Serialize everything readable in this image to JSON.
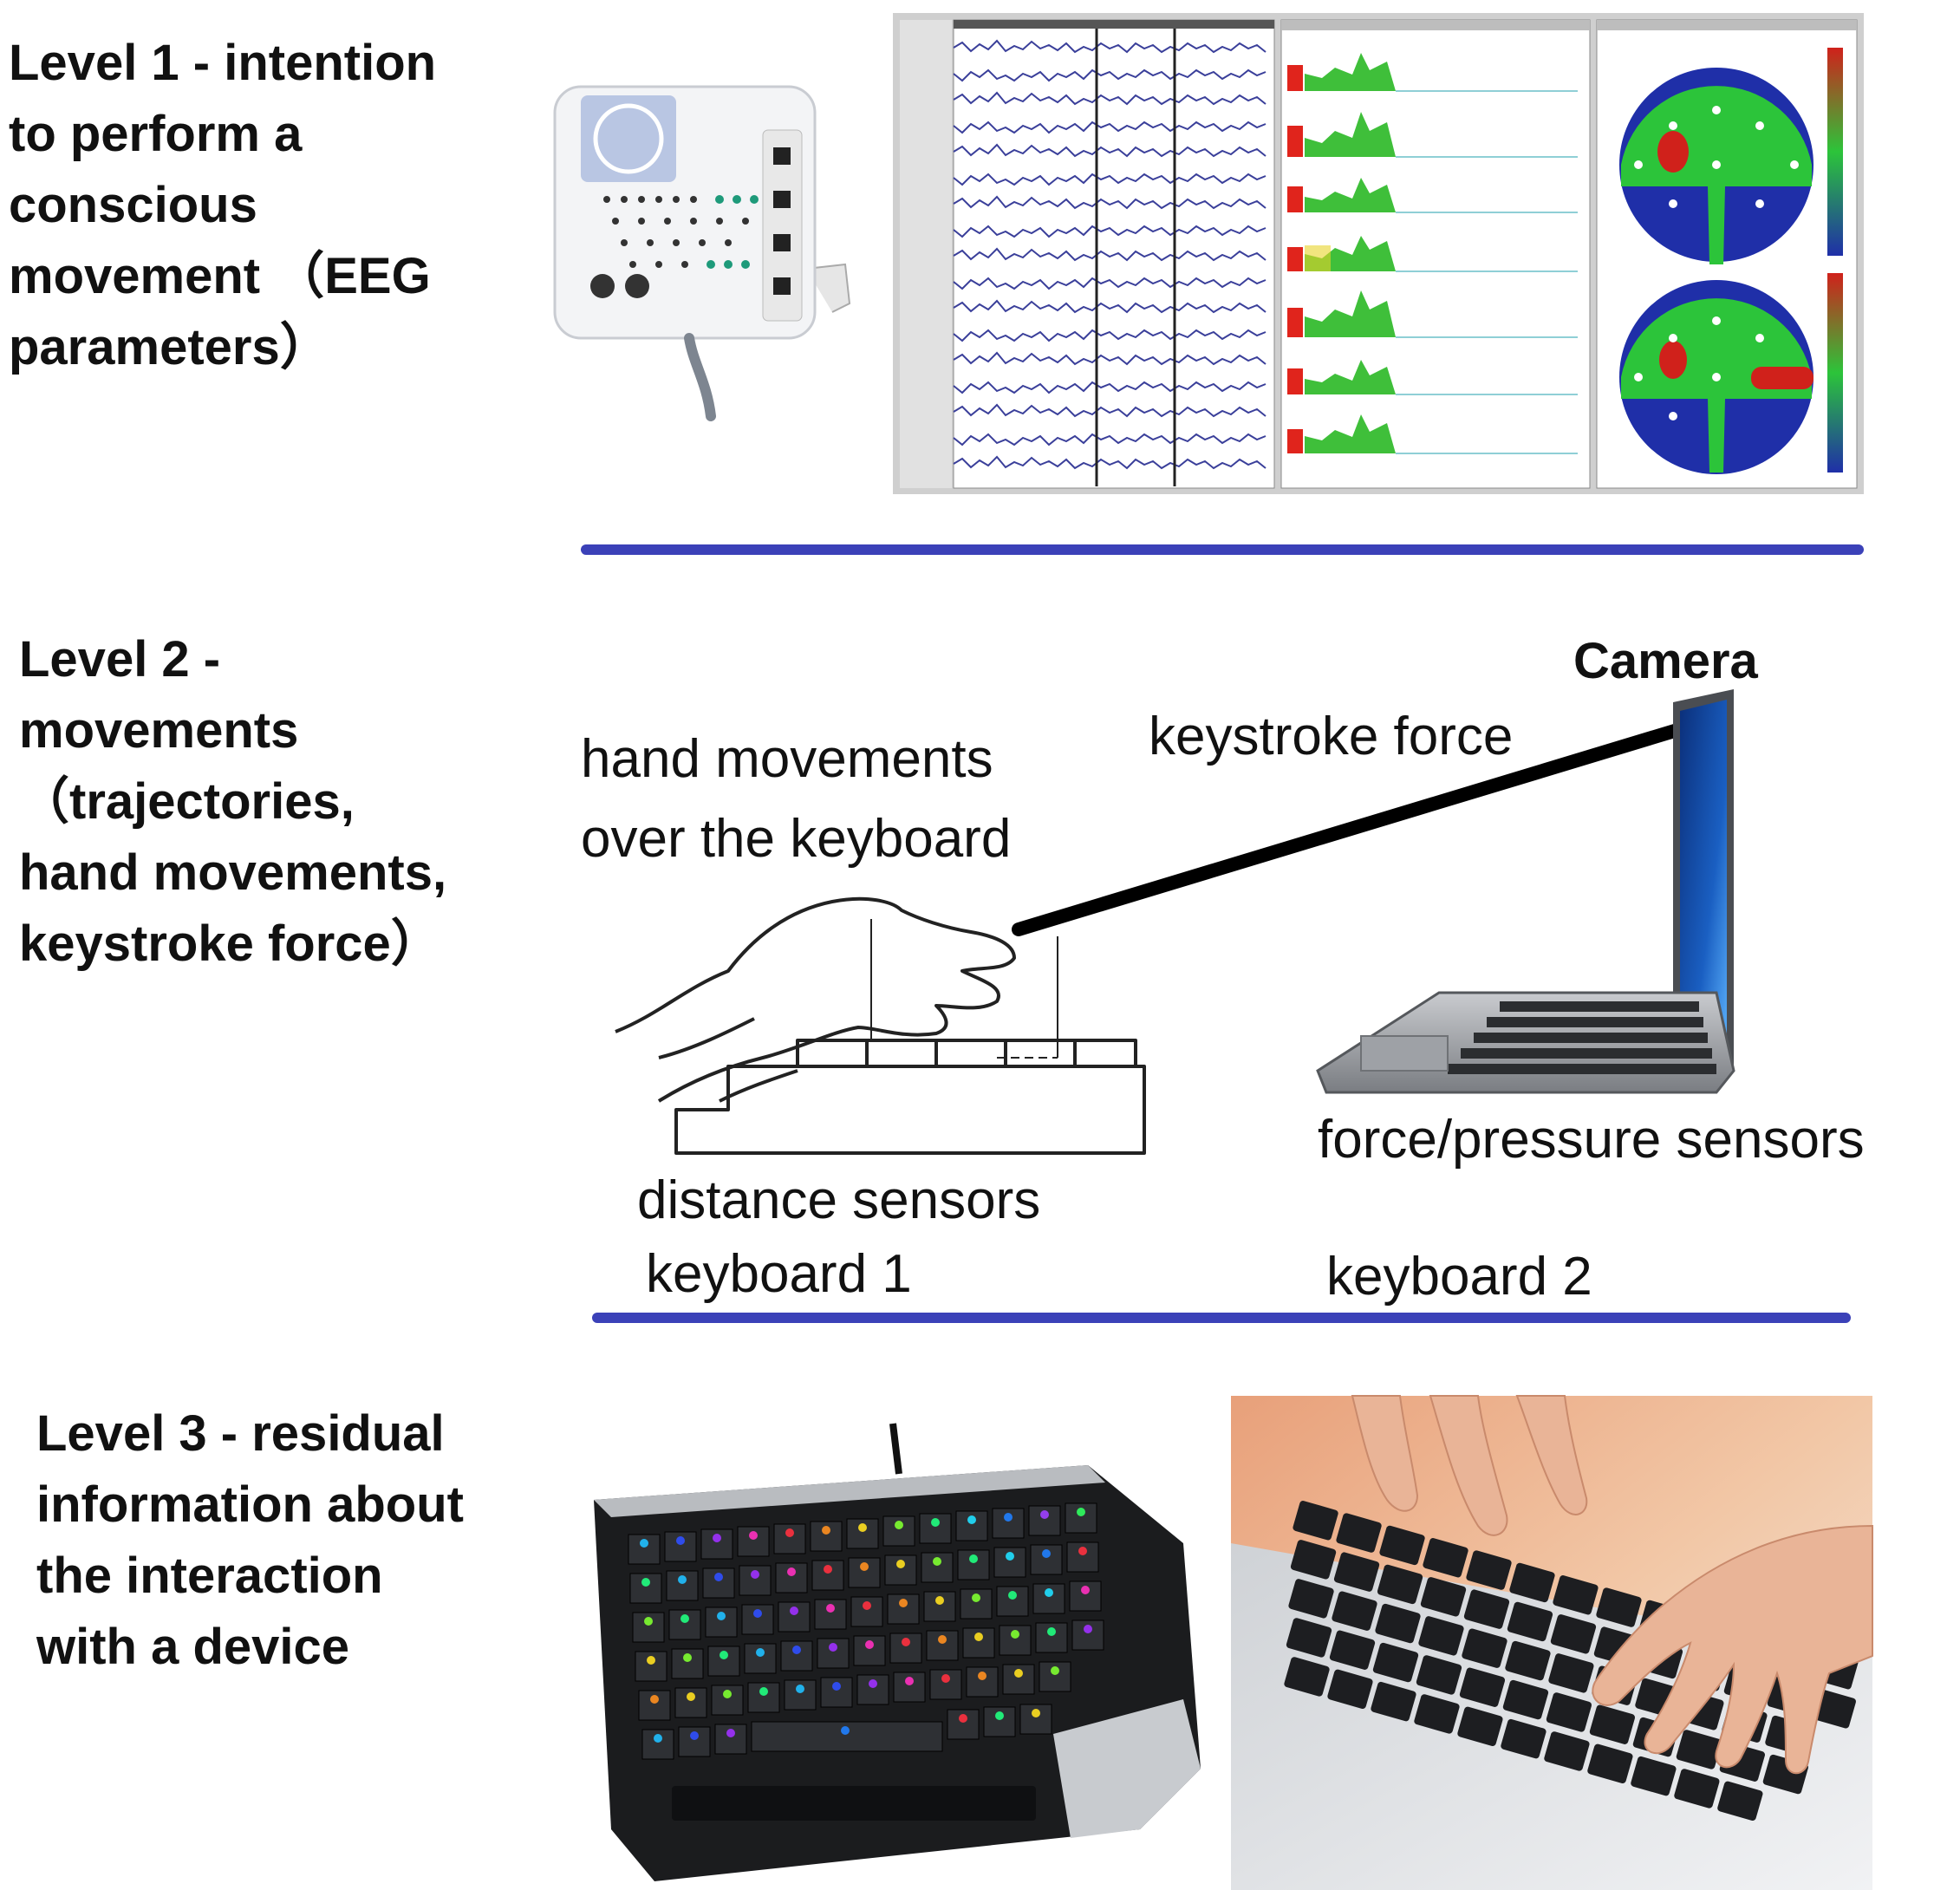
{
  "colors": {
    "divider": "#3b41b8",
    "text": "#111111",
    "eeg_trace": "#3a3f9a",
    "topo_blue": "#1f2fa8",
    "topo_green": "#2cc43a",
    "topo_red": "#d0211b",
    "spectrum_green": "#3fbf3a",
    "spectrum_red": "#e0241c",
    "spectrum_yellow": "#e8d42a",
    "laptop_screen": "#1a5fc2",
    "window_gray": "#d4d4d4"
  },
  "levels": {
    "level1": {
      "text": "Level 1 - intention\nto perform a\nconscious\nmovement （EEG\nparameters）"
    },
    "level2": {
      "text": "Level 2 -\nmovements\n（trajectories,\nhand movements,\nkeystroke force）"
    },
    "level3": {
      "text": "Level 3 - residual\ninformation about\nthe interaction\nwith a device"
    }
  },
  "labels": {
    "camera": "Camera",
    "hand_movements": "hand movements\nover the keyboard",
    "keystroke_force": "keystroke force",
    "force_pressure_sensors": "force/pressure sensors",
    "distance_sensors": "distance sensors",
    "keyboard1": "keyboard 1",
    "keyboard2": "keyboard 2"
  },
  "icons": {
    "eeg_amplifier": "eeg-amplifier-icon",
    "eeg_window": "eeg-software-window",
    "hand_keyboard": "hand-over-keyboard-icon",
    "laptop": "laptop-icon",
    "gaming_keyboard": "rgb-keyboard-photo",
    "typing_hands": "typing-hands-photo"
  }
}
